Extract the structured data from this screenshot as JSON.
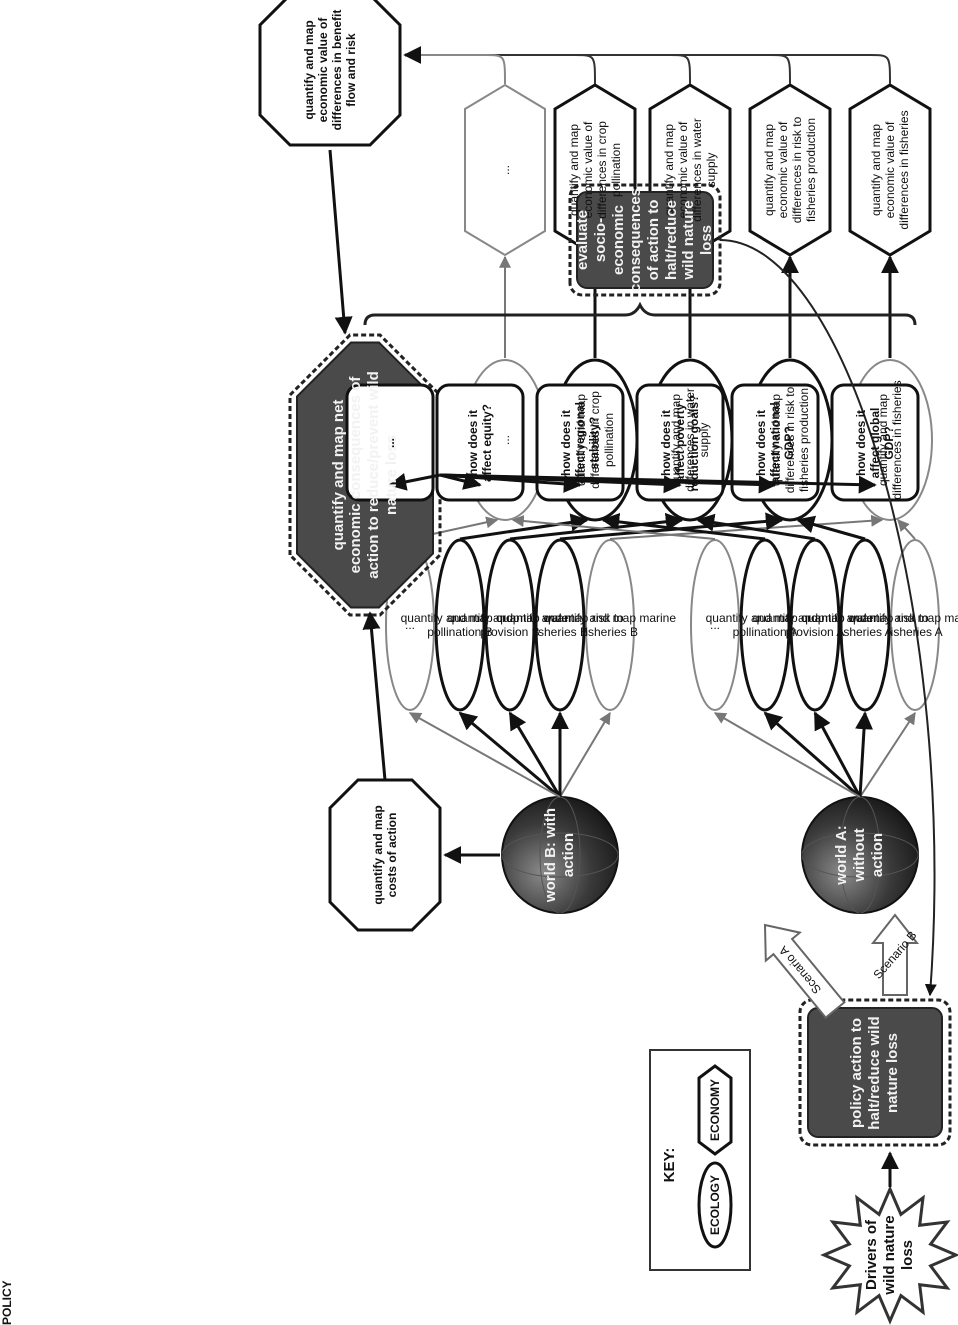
{
  "drivers": "Drivers of wild nature loss",
  "policy_action": "policy action to halt/reduce wild nature loss",
  "scenario_a": "Scenario A",
  "scenario_b": "Scenario B",
  "world_a": "world A: without action",
  "world_b": "world B: with action",
  "costs": "quantify and map costs of action",
  "services_a": [
    "quantify and map marine fisheries A",
    "quantify and map risk to fisheries A",
    "quantify and map water provision A",
    "quantify and map crop pollination A",
    "..."
  ],
  "services_b": [
    "quantify and map marine fisheries B",
    "quantify and map risk to fisheries B",
    "quantify and map water provision B",
    "quantify and map crop pollination B",
    "..."
  ],
  "differences": [
    "quantify and map differences in fisheries",
    "quantify and map differences in risk to fisheries production",
    "quantify and map differences in water supply",
    "quantify and map differences in crop pollination",
    "..."
  ],
  "economic_values": [
    "quantify and map economic value of differences in fisheries",
    "quantify and map economic value of differences in risk to fisheries production",
    "quantify and map economic value of differences in water supply",
    "quantify and map economic value of differences in crop pollination",
    "..."
  ],
  "benefit_flow": "quantify and map economic value of differences in benefit flow and risk",
  "net_consequences": "quantify and map net economic consequences of action to reduce/prevent wild nature loss",
  "impacts": [
    "how does it affect global GDP?",
    "how does it affect national GDP?",
    "how does it affect poverty reduction goals?",
    "how does it affect regional stability?",
    "how does it affect equity?",
    "..."
  ],
  "evaluate": "evaluate socio-economic consequences of action to halt/reduce wild nature loss",
  "key": {
    "title": "KEY:",
    "ecology": "ECOLOGY",
    "economy": "ECONOMY",
    "policy": "POLICY"
  }
}
